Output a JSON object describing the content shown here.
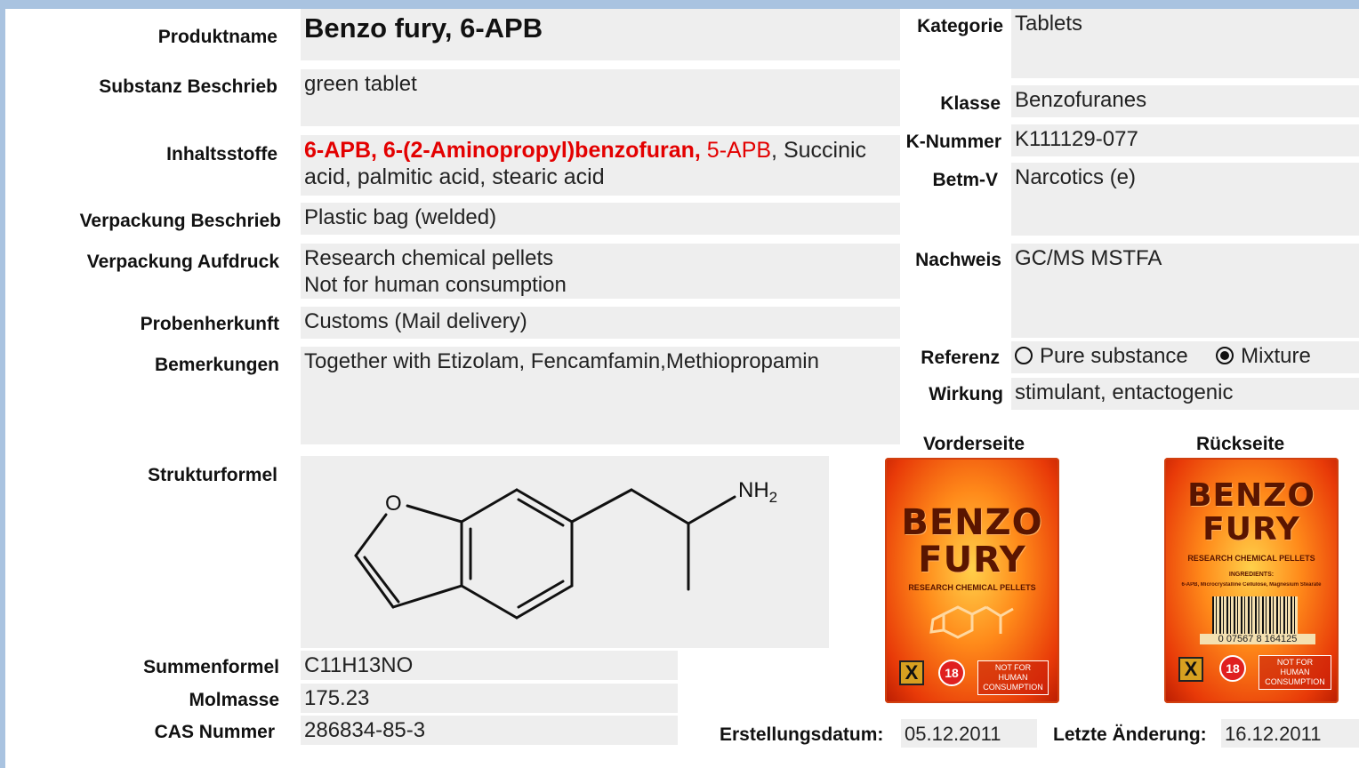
{
  "fields": {
    "produktname": {
      "label": "Produktname",
      "value": "Benzo fury, 6-APB"
    },
    "substanz": {
      "label": "Substanz Beschrieb",
      "value": "green tablet"
    },
    "inhaltsstoffe": {
      "label": "Inhaltsstoffe",
      "part1": "6-APB, 6-(2-Aminopropyl)benzofuran,",
      "part2": " 5-APB",
      "part3": ", Succinic",
      "line2": "acid, palmitic acid, stearic acid"
    },
    "verpackung_beschrieb": {
      "label": "Verpackung Beschrieb",
      "value": "Plastic bag (welded)"
    },
    "verpackung_aufdruck": {
      "label": "Verpackung Aufdruck",
      "line1": "Research chemical pellets",
      "line2": "Not for human consumption"
    },
    "probenherkunft": {
      "label": "Probenherkunft",
      "value": "Customs (Mail delivery)"
    },
    "bemerkungen": {
      "label": "Bemerkungen",
      "value": "Together with Etizolam, Fencamfamin,Methiopropamin"
    },
    "kategorie": {
      "label": "Kategorie",
      "value": "Tablets"
    },
    "klasse": {
      "label": "Klasse",
      "value": "Benzofuranes"
    },
    "k_nummer": {
      "label": "K-Nummer",
      "value": "K111129-077"
    },
    "betm_v": {
      "label": "Betm-V",
      "value": "Narcotics (e)"
    },
    "nachweis": {
      "label": "Nachweis",
      "value": "GC/MS  MSTFA"
    },
    "referenz": {
      "label": "Referenz",
      "option1": "Pure substance",
      "option2": "Mixture",
      "selected": "Mixture"
    },
    "wirkung": {
      "label": "Wirkung",
      "value": "stimulant, entactogenic"
    },
    "strukturformel": {
      "label": "Strukturformel",
      "o_atom": "O",
      "nh2": "NH",
      "nh2_sub": "2"
    },
    "summenformel": {
      "label": "Summenformel",
      "value": "C11H13NO"
    },
    "molmasse": {
      "label": "Molmasse",
      "value": "175.23"
    },
    "cas": {
      "label": "CAS Nummer",
      "value": "286834-85-3"
    },
    "vorderseite": {
      "label": "Vorderseite"
    },
    "rueckseite": {
      "label": "Rückseite"
    },
    "erstellungsdatum": {
      "label": "Erstellungsdatum:",
      "value": "05.12.2011"
    },
    "letzte_aenderung": {
      "label": "Letzte Änderung:",
      "value": "16.12.2011"
    }
  },
  "package": {
    "brand_line1": "BENZO",
    "brand_line2": "FURY",
    "tagline": "RESEARCH CHEMICAL PELLETS",
    "ingredients_label": "INGREDIENTS:",
    "ingredients_text": "6-APB, Microcrystalline Cellulose, Magnesium Stearate",
    "barcode_number": "0 07567 8 164125",
    "age": "18",
    "warning": "NOT FOR HUMAN CONSUMPTION",
    "hazard": "X"
  },
  "colors": {
    "background": "#a9c3e0",
    "field_bg": "#eeeeee",
    "highlight_red": "#e30000"
  }
}
